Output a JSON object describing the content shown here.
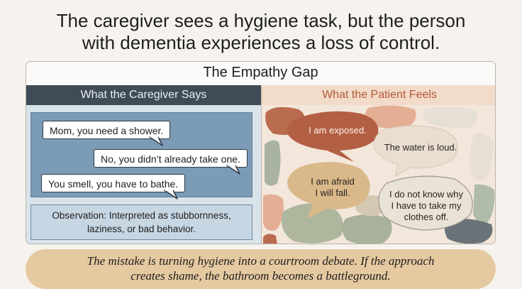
{
  "headline": {
    "line1": "The caregiver sees a hygiene task, but the person",
    "line2": "with dementia experiences a loss of control."
  },
  "gap": {
    "title": "The Empathy Gap",
    "caregiver": {
      "heading": "What the Caregiver Says",
      "quotes": [
        "Mom, you need a shower.",
        "No, you didn’t already take one.",
        "You smell, you have to bathe."
      ],
      "observation": {
        "line1": "Observation: Interpreted as stubbornness,",
        "line2": "laziness, or bad behavior."
      }
    },
    "patient": {
      "heading": "What the Patient Feels",
      "feelings": {
        "exposed": "I am exposed.",
        "water": "The water is loud.",
        "afraid_line1": "I am afraid",
        "afraid_line2": "I will fall.",
        "why_line1": "I do not know why",
        "why_line2": "I have to take my",
        "why_line3": "clothes off."
      }
    }
  },
  "banner": {
    "line1": "The mistake is turning hygiene into a courtroom debate. If the approach",
    "line2": "creates shame, the bathroom becomes a battleground."
  },
  "colors": {
    "caregiver_header": "#3f4b57",
    "caregiver_panel": "#7b9bb6",
    "patient_header": "#f2dbc8",
    "rust": "#b35f43",
    "banner": "#e5c9a0"
  }
}
